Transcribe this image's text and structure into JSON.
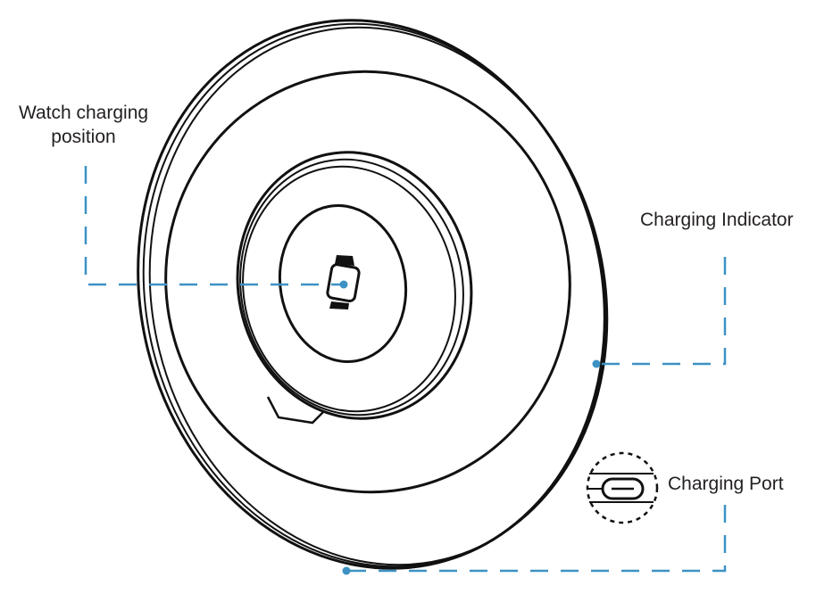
{
  "labels": {
    "watch_position": [
      "Watch charging",
      "position"
    ],
    "charging_indicator": "Charging Indicator",
    "charging_port": "Charging Port"
  },
  "colors": {
    "callout": "#3d91c4",
    "outline": "#111111",
    "text": "#231f20"
  }
}
